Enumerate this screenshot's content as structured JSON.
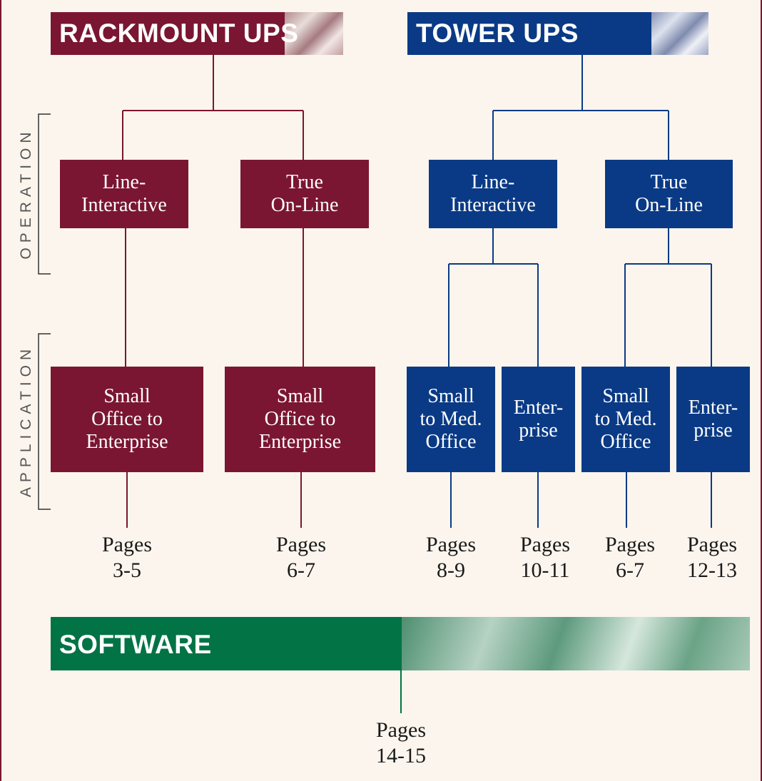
{
  "headers": {
    "rackmount": "RACKMOUNT UPS",
    "tower": "TOWER UPS",
    "software": "SOFTWARE"
  },
  "side_labels": {
    "operation": "OPERATION",
    "application": "APPLICATION"
  },
  "rackmount": {
    "operation": [
      "Line-\nInteractive",
      "True\nOn-Line"
    ],
    "application": [
      "Small\nOffice to\nEnterprise",
      "Small\nOffice to\nEnterprise"
    ],
    "pages": [
      "Pages\n3-5",
      "Pages\n6-7"
    ]
  },
  "tower": {
    "operation": [
      "Line-\nInteractive",
      "True\nOn-Line"
    ],
    "application": [
      "Small\nto Med.\nOffice",
      "Enter-\nprise",
      "Small\nto Med.\nOffice",
      "Enter-\nprise"
    ],
    "pages": [
      "Pages\n8-9",
      "Pages\n10-11",
      "Pages\n6-7",
      "Pages\n12-13"
    ]
  },
  "software": {
    "pages": "Pages\n14-15"
  },
  "colors": {
    "rackmount": "#7a1631",
    "tower": "#0a3a85",
    "software": "#017345",
    "background": "#fbf5ed"
  }
}
